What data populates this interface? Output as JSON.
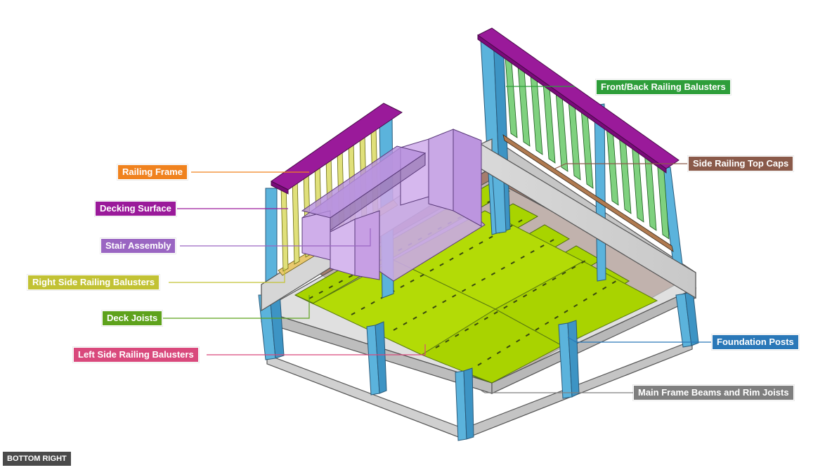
{
  "view_label": "BOTTOM RIGHT",
  "parts": [
    {
      "id": "front-back-railing-balusters",
      "label": "Front/Back Railing Balusters",
      "color": "#2e9e3a"
    },
    {
      "id": "side-railing-top-caps",
      "label": "Side Railing Top Caps",
      "color": "#8a5a4a"
    },
    {
      "id": "railing-frame",
      "label": "Railing Frame",
      "color": "#f0821e"
    },
    {
      "id": "decking-surface",
      "label": "Decking Surface",
      "color": "#9a1a9a"
    },
    {
      "id": "stair-assembly",
      "label": "Stair Assembly",
      "color": "#9a66c2"
    },
    {
      "id": "right-side-railing-balusters",
      "label": "Right Side Railing Balusters",
      "color": "#c2c234"
    },
    {
      "id": "deck-joists",
      "label": "Deck Joists",
      "color": "#5ea21c"
    },
    {
      "id": "left-side-railing-balusters",
      "label": "Left Side Railing Balusters",
      "color": "#d9497c"
    },
    {
      "id": "foundation-posts",
      "label": "Foundation Posts",
      "color": "#2a78b8"
    },
    {
      "id": "main-frame-beams",
      "label": "Main Frame Beams and Rim Joists",
      "color": "#7f7f7f"
    }
  ]
}
